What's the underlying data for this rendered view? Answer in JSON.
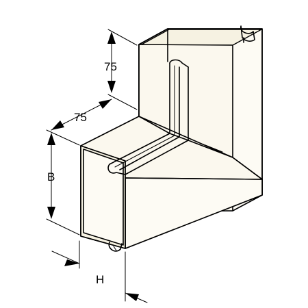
{
  "dimensions": {
    "top_depth": "75",
    "side_depth": "75",
    "height_label": "B",
    "width_label": "H"
  },
  "colors": {
    "line": "#000000",
    "body": "#fbf8ee",
    "background": "#ffffff"
  }
}
